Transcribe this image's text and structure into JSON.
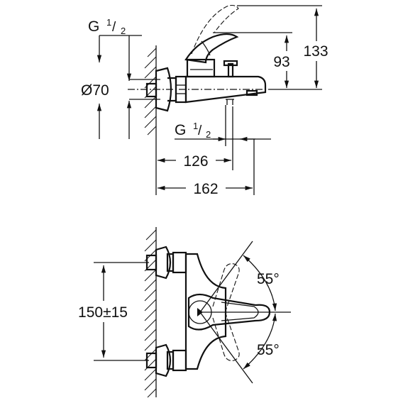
{
  "side_view": {
    "thread_inlet": {
      "letter": "G",
      "num": "1",
      "den": "2"
    },
    "diameter": "Ø70",
    "thread_outlet": {
      "letter": "G",
      "num": "1",
      "den": "2"
    },
    "dim_126": "126",
    "dim_162": "162",
    "dim_93": "93",
    "dim_133": "133"
  },
  "front_view": {
    "dim_center": "150±15",
    "angle_up": "55°",
    "angle_down": "55°"
  }
}
